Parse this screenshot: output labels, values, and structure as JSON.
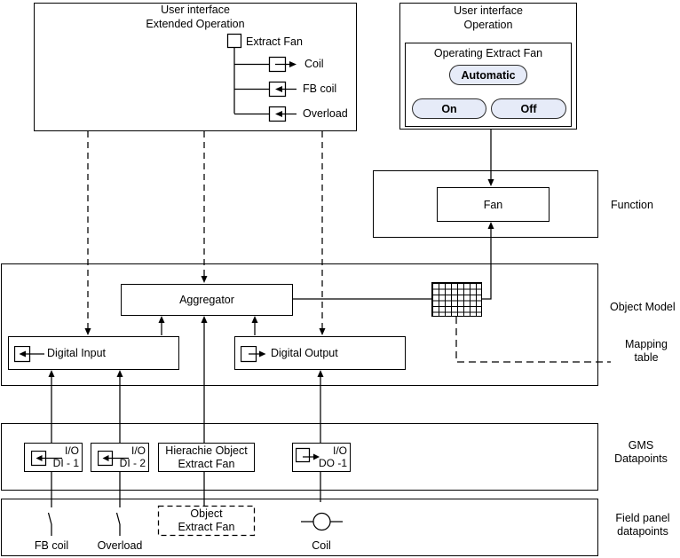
{
  "ui_extended": {
    "title1": "User interface",
    "title2": "Extended Operation",
    "root_label": "Extract Fan",
    "children": [
      {
        "label": "Coil",
        "direction": "out"
      },
      {
        "label": "FB coil",
        "direction": "in"
      },
      {
        "label": "Overload",
        "direction": "in"
      }
    ]
  },
  "ui_operation": {
    "title1": "User interface",
    "title2": "Operation",
    "panel_title": "Operating Extract Fan",
    "buttons": {
      "automatic": "Automatic",
      "on": "On",
      "off": "Off"
    }
  },
  "function_section": {
    "fan_label": "Fan",
    "section_label": "Function"
  },
  "object_model": {
    "aggregator_label": "Aggregator",
    "digital_input_label": "Digital Input",
    "digital_output_label": "Digital Output",
    "section_label": "Object Model",
    "mapping_line1": "Mapping",
    "mapping_line2": "table"
  },
  "gms": {
    "di1": {
      "line1": "I/O",
      "line2": "DI - 1"
    },
    "di2": {
      "line1": "I/O",
      "line2": "DI - 2"
    },
    "hier": {
      "line1": "Hierachie Object",
      "line2": "Extract Fan"
    },
    "do1": {
      "line1": "I/O",
      "line2": "DO -1"
    },
    "label1": "GMS",
    "label2": "Datapoints"
  },
  "field_panel": {
    "fb_coil_label": "FB coil",
    "overload_label": "Overload",
    "object_box": {
      "line1": "Object",
      "line2": "Extract Fan"
    },
    "coil_label": "Coil",
    "label1": "Field panel",
    "label2": "datapoints"
  },
  "colors": {
    "line": "#000000",
    "background": "#ffffff",
    "button_fill": "#e6ebf8",
    "button_border": "#2b2b2b"
  }
}
